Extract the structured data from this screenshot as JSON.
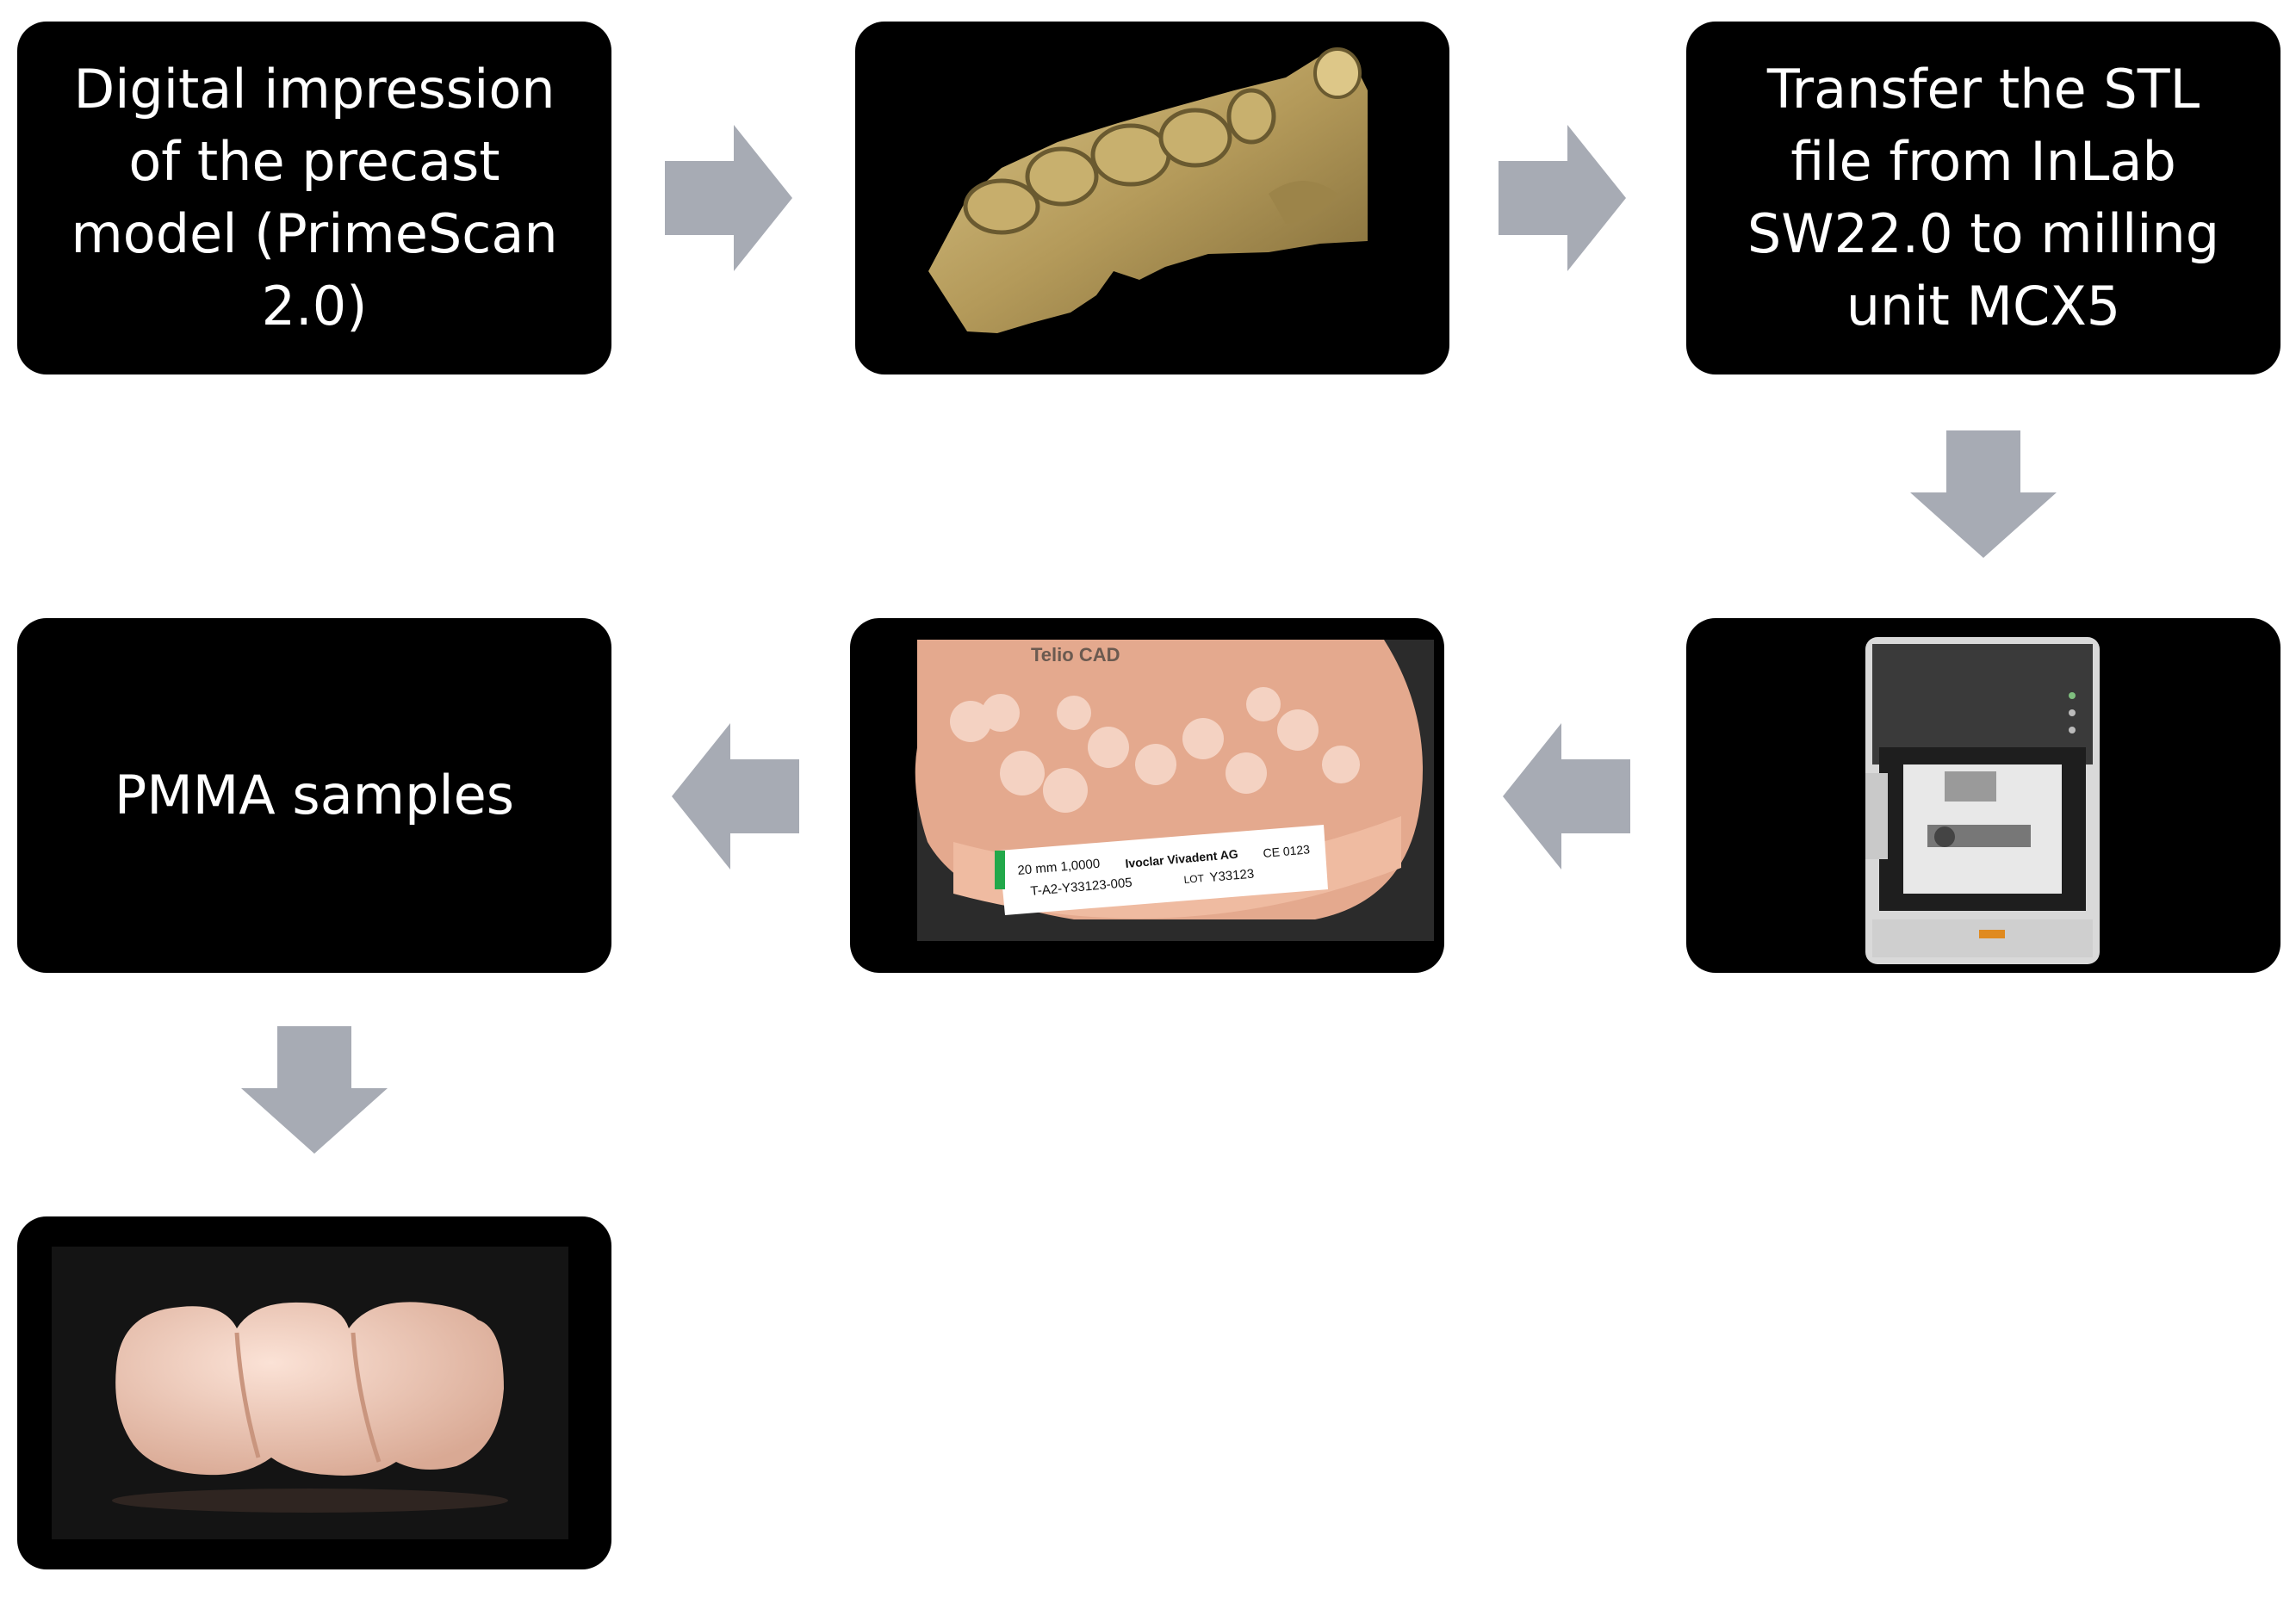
{
  "steps": {
    "digital_impression": "Digital impression of the precast model (PrimeScan 2.0)",
    "transfer_stl": "Transfer the STL file from InLab SW22.0 to milling unit MCX5",
    "pmma_samples": "PMMA samples"
  },
  "disc_label": {
    "brand": "Telio CAD",
    "size": "20 mm 1,0000",
    "maker": "Ivoclar Vivadent AG",
    "ce": "CE 0123",
    "ref": "T-A2-Y33123-005",
    "lot_tag": "LOT",
    "lot": "Y33123"
  },
  "colors": {
    "box": "#000000",
    "arrow": "#a7abb4",
    "text": "#ffffff"
  },
  "icons": {
    "scan_image": "scanned-dental-model-image",
    "disc_image": "milled-pmma-disc-image",
    "mill_image": "milling-unit-image",
    "bridge_image": "pmma-bridge-image"
  }
}
